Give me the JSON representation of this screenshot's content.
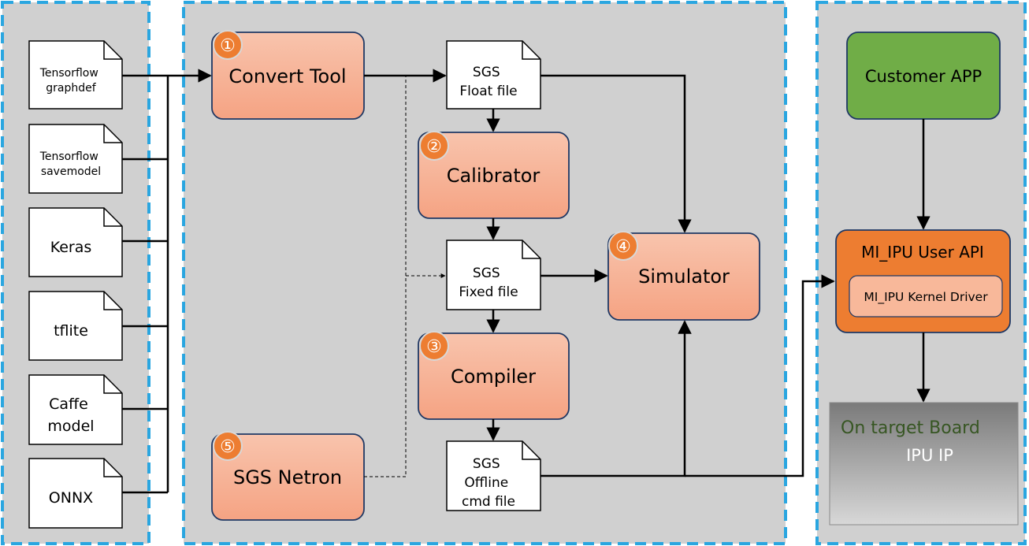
{
  "inputs": {
    "tensorflow_graphdef": [
      "Tensorflow",
      "graphdef"
    ],
    "tensorflow_savemodel": [
      "Tensorflow",
      "savemodel"
    ],
    "keras": [
      "Keras"
    ],
    "tflite": [
      "tflite"
    ],
    "caffe": [
      "Caffe",
      "model"
    ],
    "onnx": [
      "ONNX"
    ]
  },
  "tools": {
    "convert_tool": {
      "badge": "①",
      "label": "Convert Tool"
    },
    "calibrator": {
      "badge": "②",
      "label": "Calibrator"
    },
    "compiler": {
      "badge": "③",
      "label": "Compiler"
    },
    "simulator": {
      "badge": "④",
      "label": "Simulator"
    },
    "sgs_netron": {
      "badge": "⑤",
      "label": "SGS Netron"
    }
  },
  "files": {
    "float": [
      "SGS",
      "Float file"
    ],
    "fixed": [
      "SGS",
      "Fixed file"
    ],
    "offline": [
      "SGS",
      "Offline",
      "cmd file"
    ]
  },
  "target": {
    "customer_app": "Customer APP",
    "user_api": "MI_IPU User API",
    "kernel_driver": "MI_IPU Kernel Driver",
    "board_title": "On target Board",
    "ipu_ip": "IPU IP"
  },
  "colors": {
    "panel_fill": "#d0d0d0",
    "panel_border": "#2aa6e0",
    "tool_fill": "#f5a789",
    "tool_border": "#1f3864",
    "badge": "#ed7d31",
    "customer_app": "#70ad47",
    "user_api": "#ed7d31",
    "kernel_driver": "#f8b89a",
    "board_title_text": "#375623"
  }
}
